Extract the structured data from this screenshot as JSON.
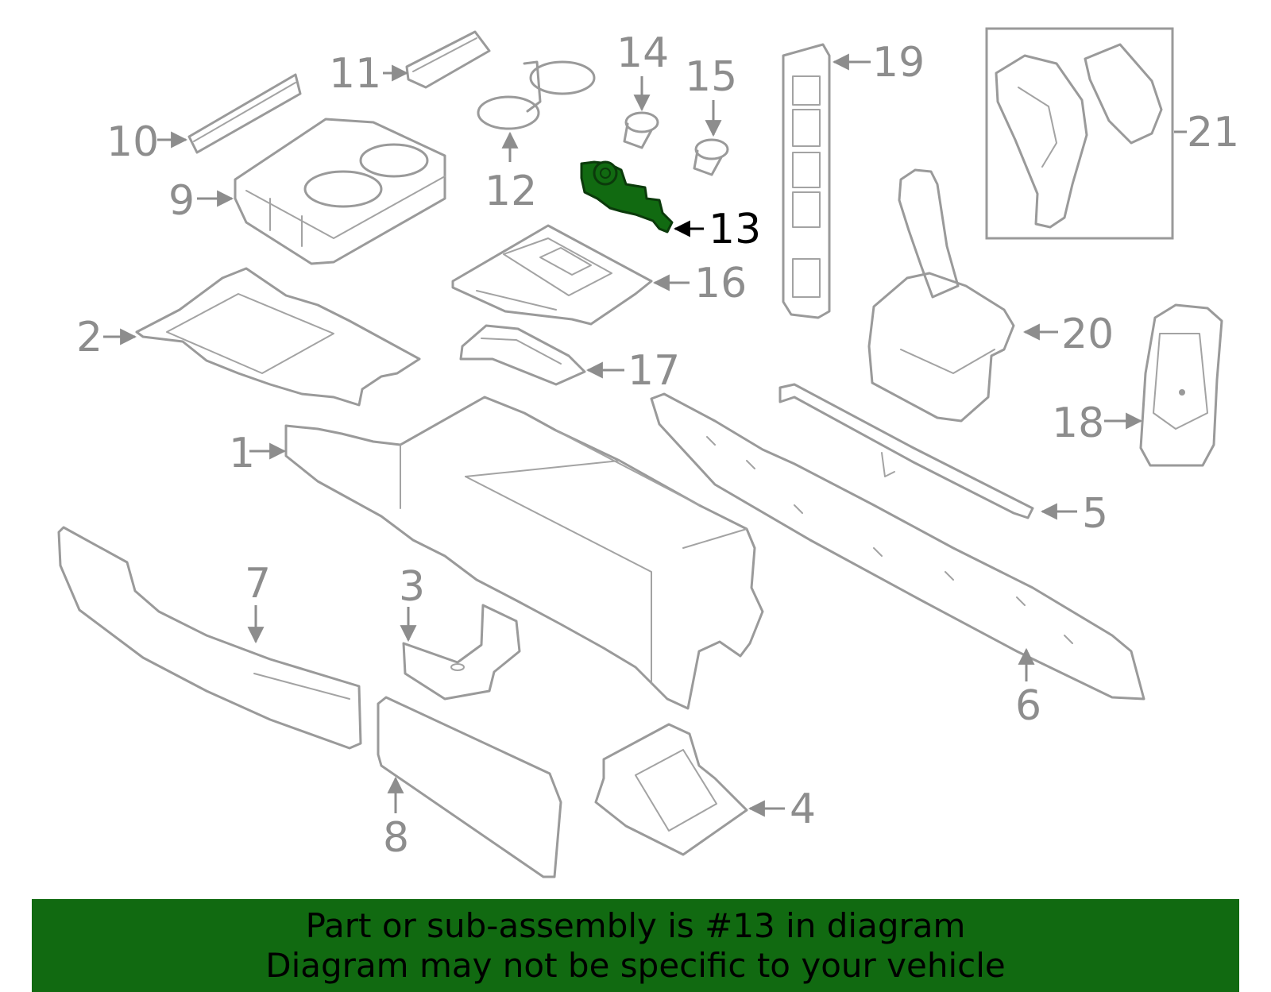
{
  "highlight_color": "#116a11",
  "part_color": "#9a9a9a",
  "callouts": {
    "c1": "1",
    "c2": "2",
    "c3": "3",
    "c4": "4",
    "c5": "5",
    "c6": "6",
    "c7": "7",
    "c8": "8",
    "c9": "9",
    "c10": "10",
    "c11": "11",
    "c12": "12",
    "c13": "13",
    "c14": "14",
    "c15": "15",
    "c16": "16",
    "c17": "17",
    "c18": "18",
    "c19": "19",
    "c20": "20",
    "c21": "21"
  },
  "highlighted_part": "13",
  "banner": {
    "line1": "Part or sub-assembly is #13 in diagram",
    "line2": "Diagram may not be specific to your vehicle"
  }
}
